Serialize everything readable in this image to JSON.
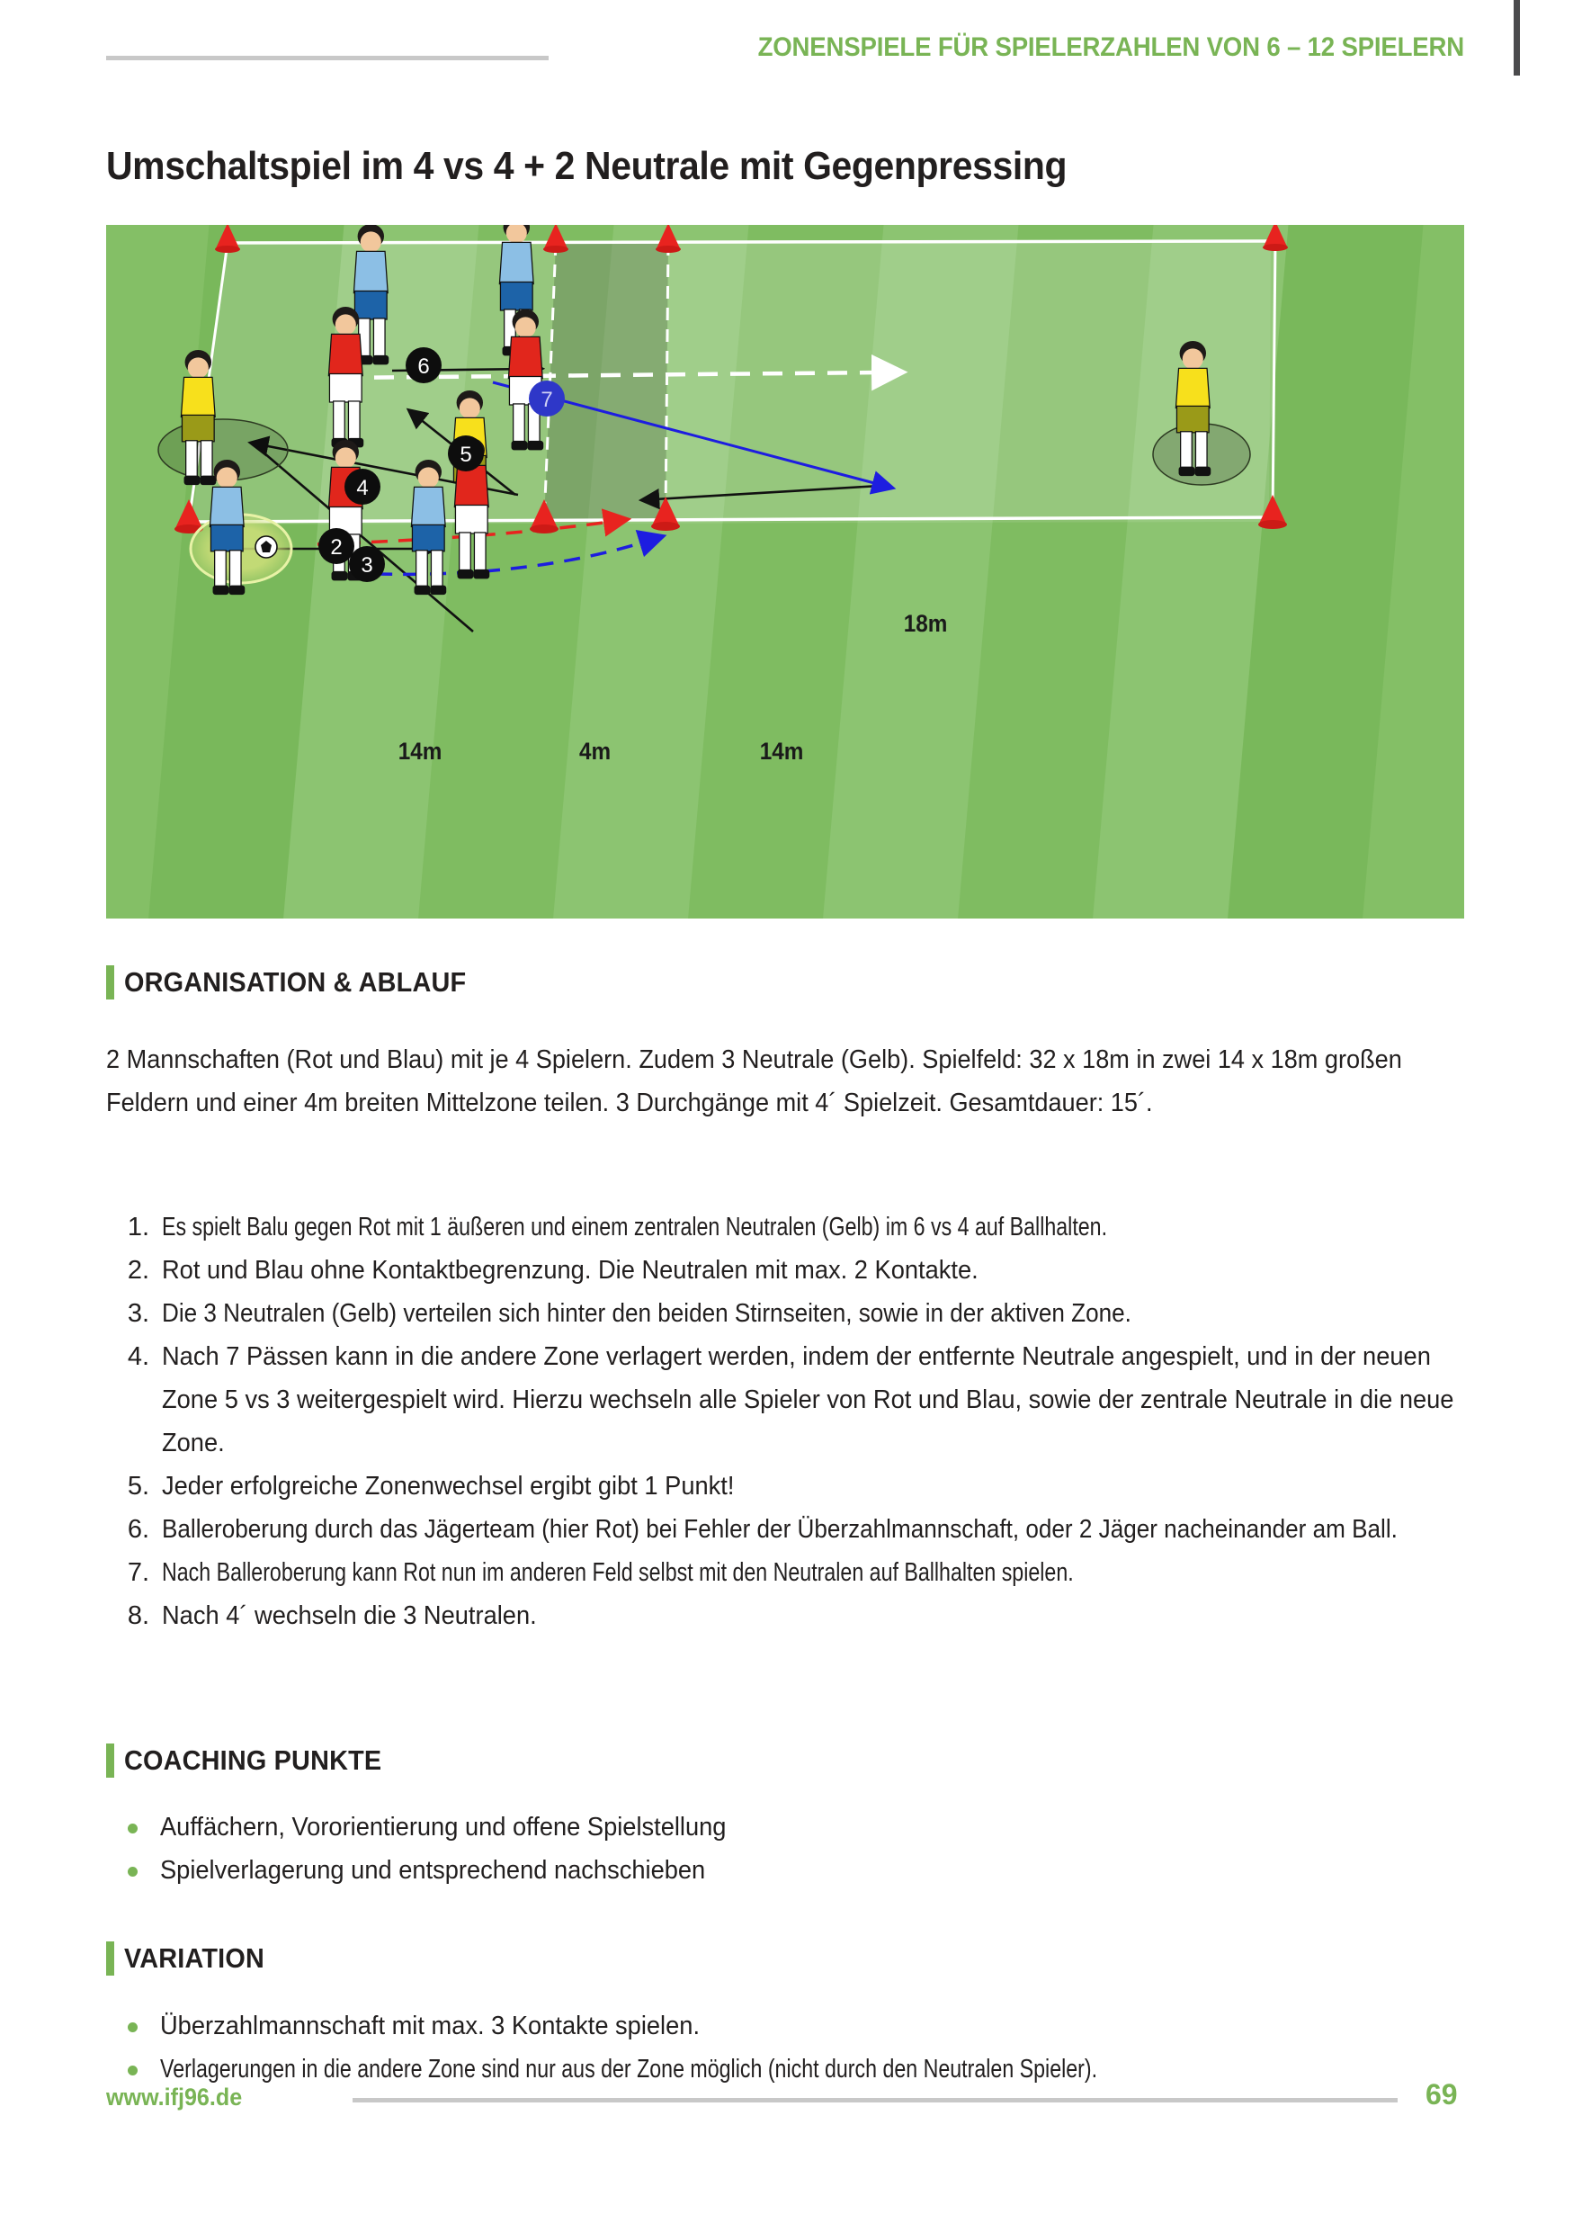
{
  "header": {
    "kicker": "ZONENSPIELE FÜR SPIELERZAHLEN VON 6 – 12 SPIELERN"
  },
  "page_title": "Umschaltspiel im 4 vs 4 + 2 Neutrale mit Gegenpressing",
  "colors": {
    "accent_green": "#79b455",
    "text_dark": "#221f1f",
    "rule_grey": "#c8c8c8",
    "pitch_green": "#7fbd60",
    "cone_red": "#e8231f",
    "jersey_red": "#e1261c",
    "jersey_blue": "#8cbfe5",
    "jersey_yellow": "#f7e01c",
    "pass_marker_black": "#0d0d0d",
    "pass_marker_blue": "#2e37c8"
  },
  "diagram": {
    "labels": {
      "width_left": "14m",
      "width_middle": "4m",
      "width_right": "14m",
      "height": "18m"
    },
    "pass_markers": [
      {
        "number": "2",
        "color": "black"
      },
      {
        "number": "3",
        "color": "black"
      },
      {
        "number": "4",
        "color": "black"
      },
      {
        "number": "5",
        "color": "black"
      },
      {
        "number": "6",
        "color": "black"
      },
      {
        "number": "7",
        "color": "blue"
      }
    ],
    "teams": {
      "red": "Rot",
      "blue": "Blau",
      "neutral": "Gelb"
    }
  },
  "sections": {
    "organisation": {
      "heading": "ORGANISATION & ABLAUF",
      "paragraph": "2 Mannschaften (Rot und Blau) mit je 4 Spielern. Zudem 3 Neutrale (Gelb). Spielfeld: 32 x 18m in zwei 14 x 18m großen Feldern und einer 4m breiten Mittelzone teilen. 3 Durchgänge mit 4´ Spielzeit. Gesamtdauer: 15´.",
      "steps": [
        {
          "num": "1.",
          "text": "Es spielt Balu gegen Rot mit 1 äußeren und einem zentralen Neutralen (Gelb) im 6 vs 4 auf Ballhalten."
        },
        {
          "num": "2.",
          "text": "Rot und Blau ohne Kontaktbegrenzung. Die Neutralen mit max. 2 Kontakte."
        },
        {
          "num": "3.",
          "text": "Die 3 Neutralen (Gelb) verteilen sich hinter den beiden Stirnseiten, sowie in der aktiven Zone."
        },
        {
          "num": "4.",
          "text": "Nach 7 Pässen kann in die andere Zone verlagert werden, indem der entfernte Neutrale angespielt, und in der neuen Zone 5 vs 3 weitergespielt wird. Hierzu wechseln alle Spieler von Rot und Blau, sowie der zentrale Neutrale in die neue Zone."
        },
        {
          "num": "5.",
          "text": "Jeder erfolgreiche Zonenwechsel ergibt gibt 1 Punkt!"
        },
        {
          "num": "6.",
          "text": "Balleroberung durch das Jägerteam (hier Rot) bei Fehler der Überzahlmannschaft, oder 2 Jäger nacheinander am Ball."
        },
        {
          "num": "7.",
          "text": "Nach Balleroberung kann Rot nun im anderen Feld selbst mit den Neutralen auf Ballhalten spielen."
        },
        {
          "num": "8.",
          "text": "Nach 4´ wechseln die 3 Neutralen."
        }
      ]
    },
    "coaching": {
      "heading": "COACHING PUNKTE",
      "points": [
        "Auffächern, Vororientierung und offene Spielstellung",
        "Spielverlagerung und entsprechend nachschieben"
      ]
    },
    "variation": {
      "heading": "VARIATION",
      "points": [
        "Überzahlmannschaft mit max. 3 Kontakte spielen.",
        "Verlagerungen in die andere Zone sind nur aus der Zone möglich (nicht durch den Neutralen Spieler)."
      ]
    }
  },
  "footer": {
    "url": "www.ifj96.de",
    "page_number": "69"
  }
}
